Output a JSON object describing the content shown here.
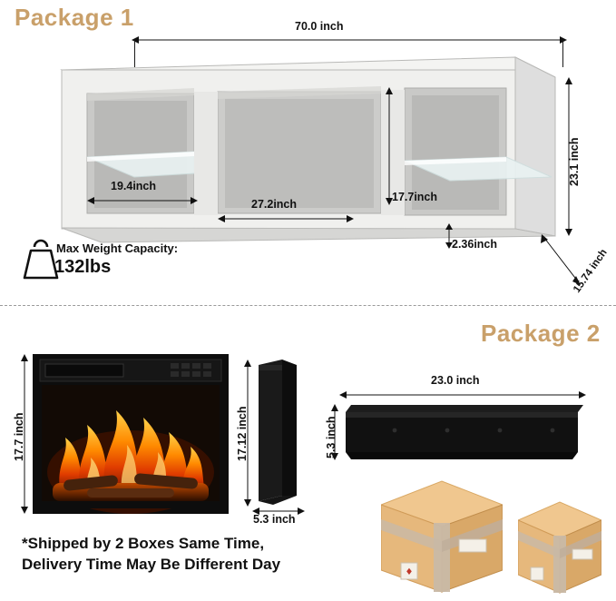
{
  "packages": {
    "package1_title": "Package 1",
    "package2_title": "Package 2"
  },
  "package1": {
    "width_top": "70.0 inch",
    "height_right": "23.1 inch",
    "depth_right": "15.74 inch",
    "left_compartment": "19.4inch",
    "center_compartment": "27.2inch",
    "right_compartment": "17.7inch",
    "shelf_thickness": "2.36inch",
    "max_weight_label": "Max Weight Capacity:",
    "max_weight_value": "132lbs"
  },
  "package2": {
    "insert_height": "17.7 inch",
    "insert_depth_height": "17.12 inch",
    "insert_depth_width": "5.3 inch",
    "mantel_width": "23.0 inch",
    "mantel_height": "5.3 inch"
  },
  "footer": {
    "line1": "*Shipped by 2 Boxes Same Time,",
    "line2": "Delivery Time May Be Different Day"
  },
  "icons": {
    "weight": "weight-icon",
    "box_large": "cardboard-box-large-icon",
    "box_small": "cardboard-box-small-icon"
  },
  "colors": {
    "title": "#c9a06a",
    "furniture_light": "#f2f2f0",
    "furniture_mid": "#d8d8d6",
    "furniture_dark": "#bdbdbb",
    "fireplace": "#111111",
    "box": "#e7b97e",
    "flame": "#ff7b00"
  }
}
